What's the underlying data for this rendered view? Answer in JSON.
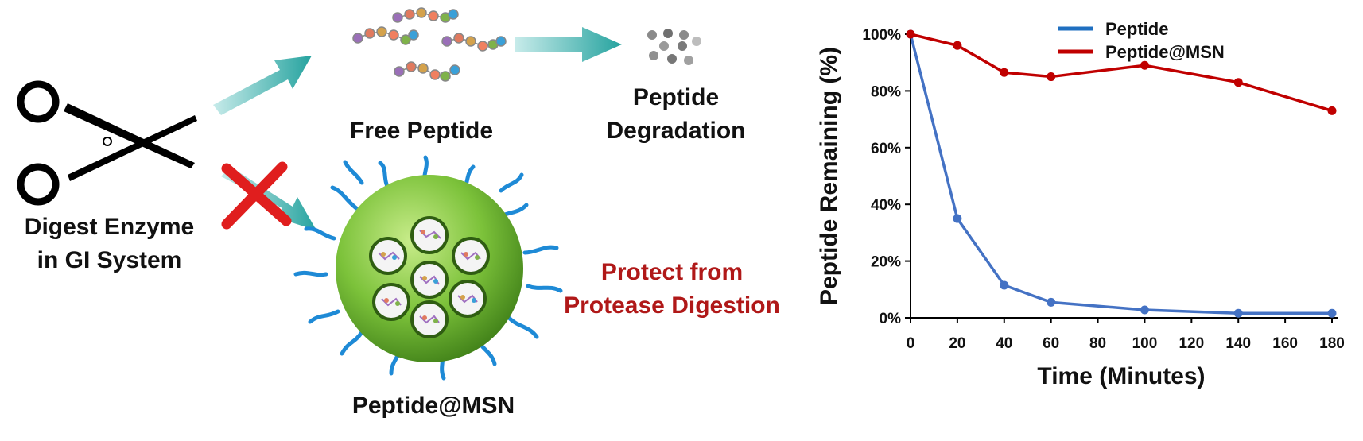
{
  "labels": {
    "enzyme_line1": "Digest Enzyme",
    "enzyme_line2": "in GI System",
    "free_peptide": "Free Peptide",
    "degradation_line1": "Peptide",
    "degradation_line2": "Degradation",
    "msn": "Peptide@MSN",
    "protect_line1": "Protect from",
    "protect_line2": "Protease Digestion"
  },
  "colors": {
    "arrow": "#26a39f",
    "blocked_x": "#e01e1e",
    "protect_text": "#b01818",
    "msn_sphere": "#7cc23a",
    "msn_strands": "#1e8ad6"
  },
  "chart_data": {
    "type": "line",
    "xlabel": "Time (Minutes)",
    "ylabel": "Peptide Remaining (%)",
    "xlim": [
      0,
      180
    ],
    "ylim": [
      0,
      100
    ],
    "x_ticks": [
      "0",
      "20",
      "40",
      "60",
      "80",
      "100",
      "120",
      "140",
      "160",
      "180"
    ],
    "y_ticks": [
      "0%",
      "20%",
      "40%",
      "60%",
      "80%",
      "100%"
    ],
    "legend_position": "top-right",
    "grid": false,
    "series": [
      {
        "name": "Peptide",
        "color": "#4472c4",
        "legend_color": "#1f6fc0",
        "points": [
          [
            0,
            100
          ],
          [
            20,
            35
          ],
          [
            40,
            11.5
          ],
          [
            60,
            5.5
          ],
          [
            100,
            2.8
          ],
          [
            140,
            1.6
          ],
          [
            180,
            1.6
          ]
        ]
      },
      {
        "name": "Peptide@MSN",
        "color": "#c00000",
        "legend_color": "#c00000",
        "points": [
          [
            0,
            100
          ],
          [
            20,
            96
          ],
          [
            40,
            86.5
          ],
          [
            60,
            85
          ],
          [
            100,
            89
          ],
          [
            140,
            83
          ],
          [
            180,
            73
          ]
        ]
      }
    ]
  }
}
